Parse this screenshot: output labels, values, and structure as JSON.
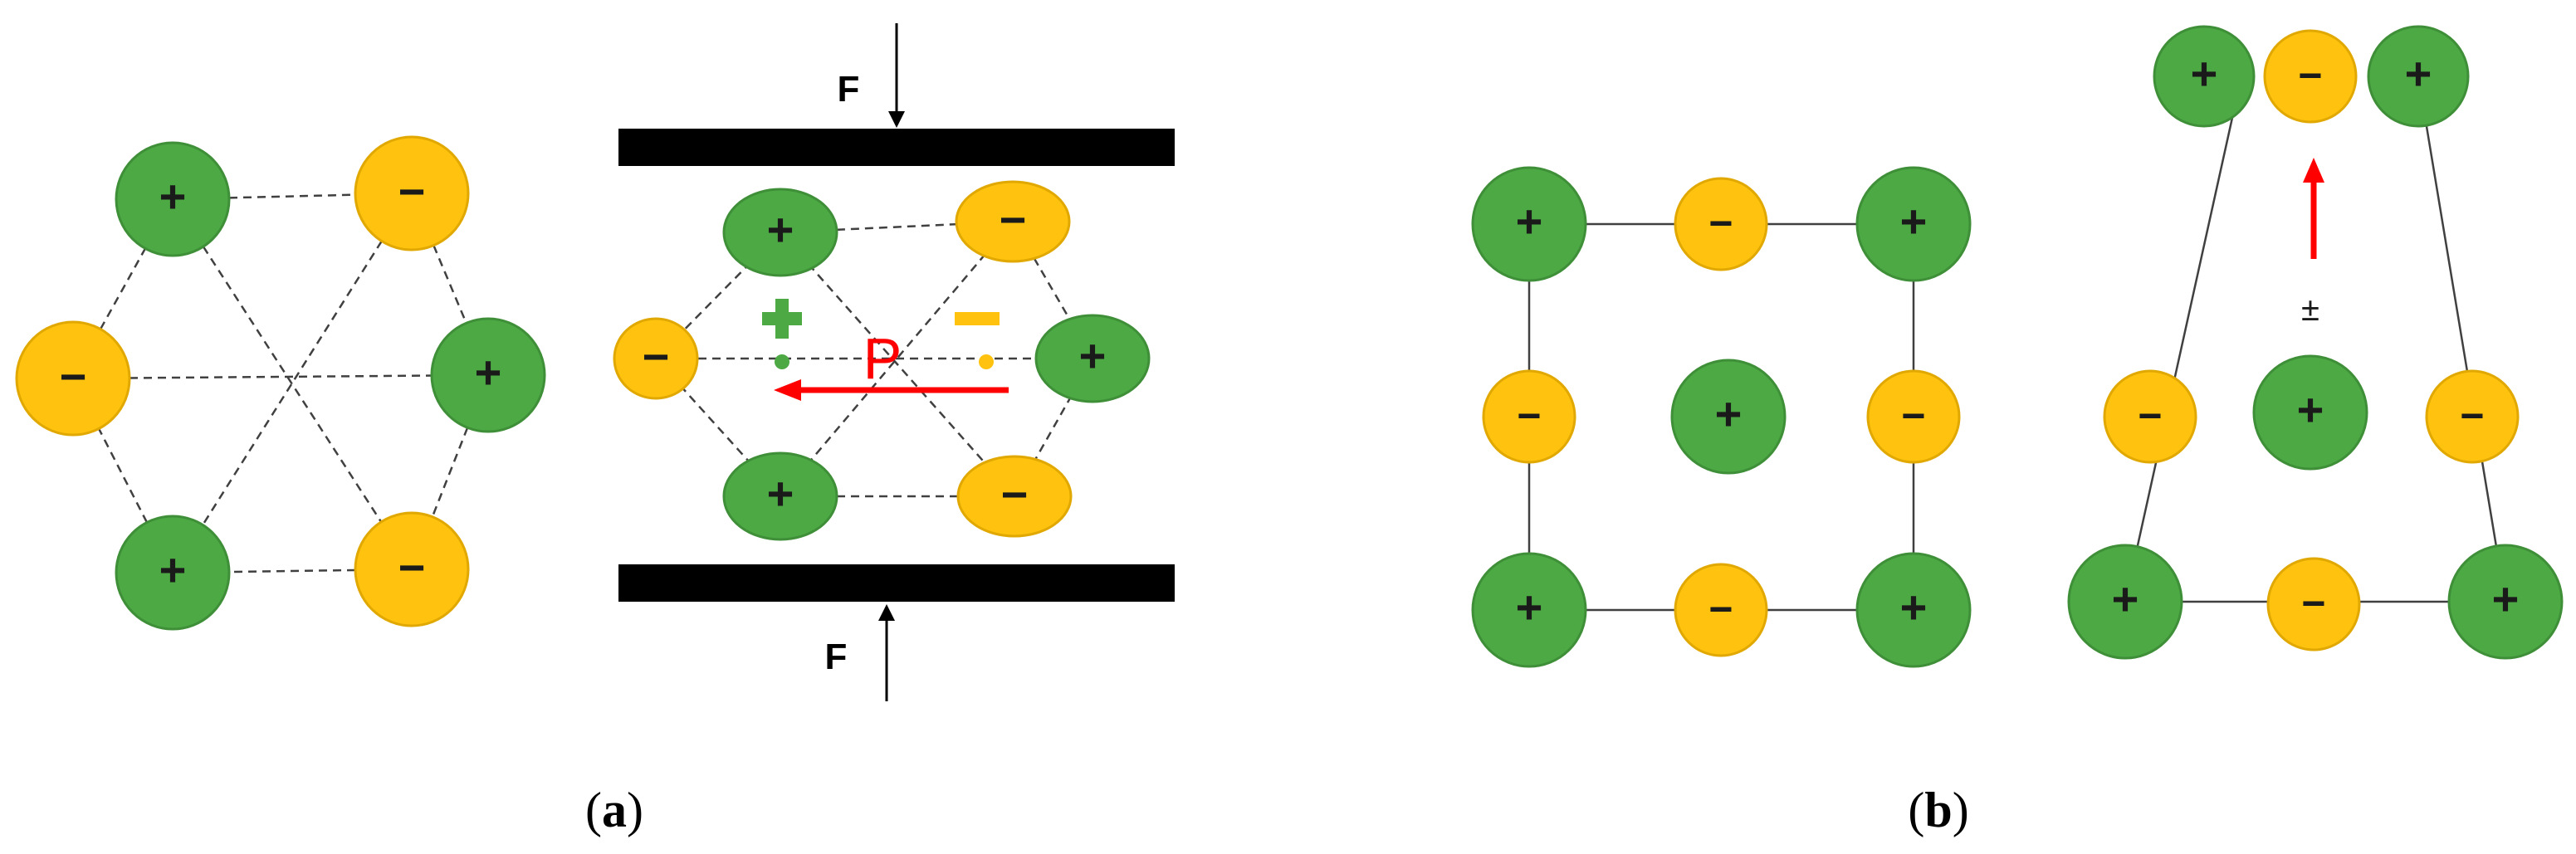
{
  "colors": {
    "positive": "#4ca944",
    "positive_stroke": "#3e8f38",
    "negative": "#ffc20e",
    "negative_stroke": "#e0a800",
    "plate": "#000000",
    "polarization": "#ff0000",
    "line": "#404040"
  },
  "symbols": {
    "plus": "+",
    "minus": "−",
    "plus_minus": "±"
  },
  "labels": {
    "force": "F",
    "polarization": "P",
    "caption_a_open": "(",
    "caption_a_letter": "a",
    "caption_a_close": ")",
    "caption_b_open": "(",
    "caption_b_letter": "b",
    "caption_b_close": ")"
  }
}
